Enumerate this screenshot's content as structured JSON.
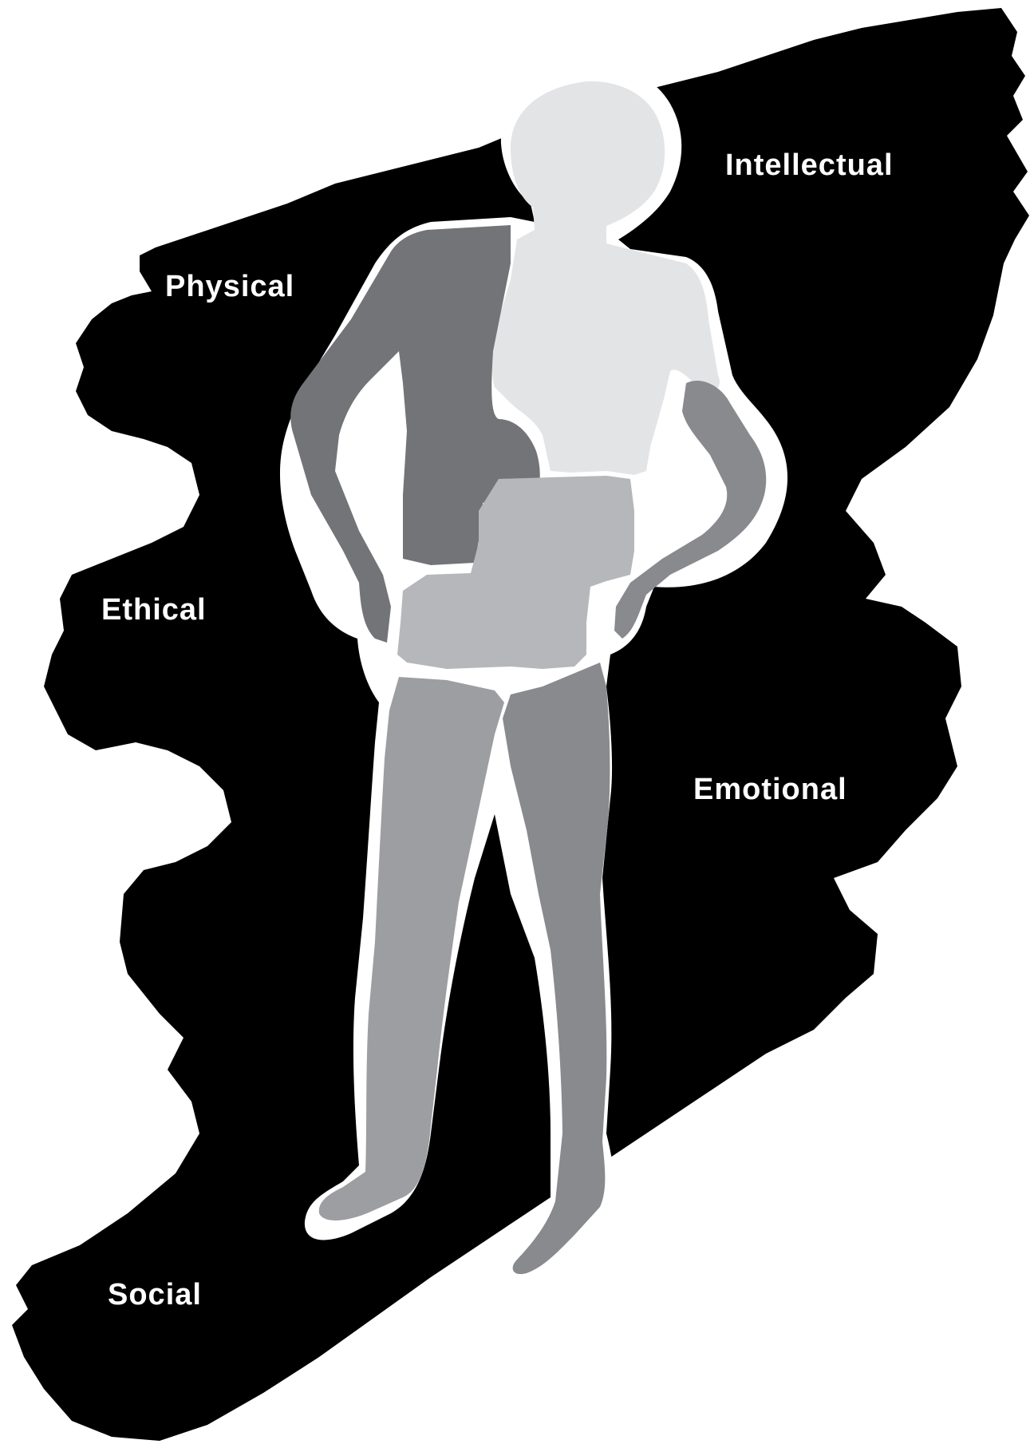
{
  "labels": {
    "intellectual": "Intellectual",
    "physical": "Physical",
    "ethical": "Ethical",
    "emotional": "Emotional",
    "social": "Social"
  },
  "colors": {
    "background": "#ffffff",
    "brush": "#000000",
    "outline": "#ffffff",
    "intellectual_region": "#e3e4e6",
    "physical_region": "#737478",
    "ethical_region": "#b6b7ba",
    "emotional_region": "#898a8e",
    "social_region": "#9d9ea1",
    "label_text": "#ffffff"
  }
}
